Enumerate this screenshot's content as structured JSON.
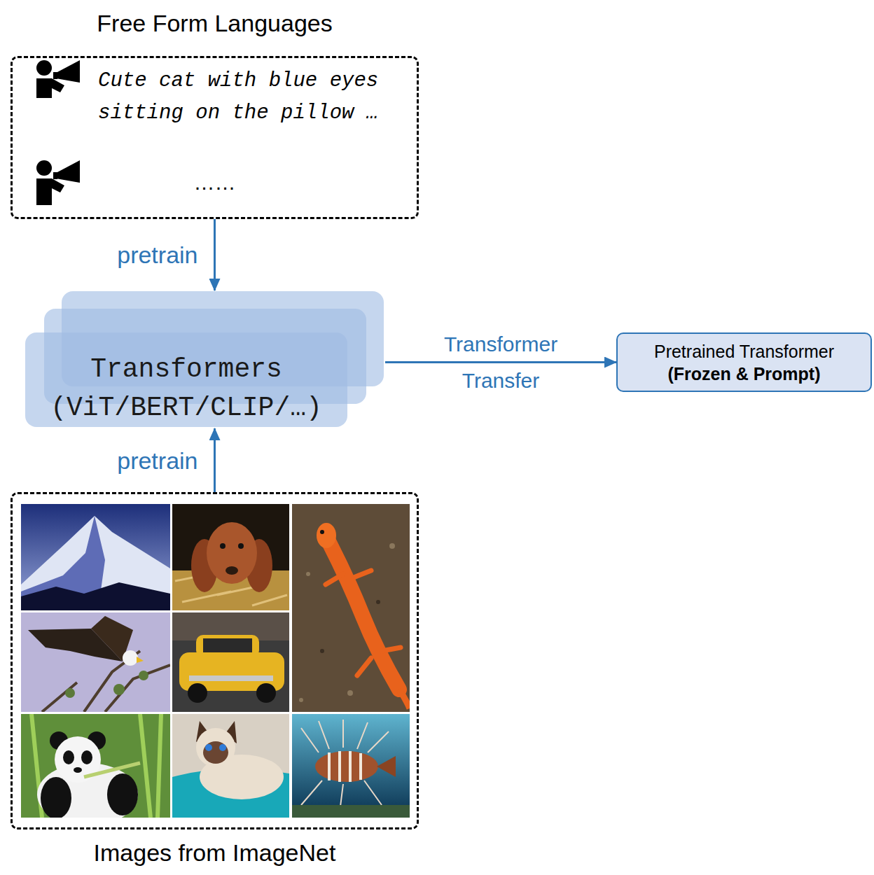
{
  "diagram": {
    "nodes": [
      {
        "text": [
          "Free Form Languages",
          "Cute cat with blue eyes sitting on the pillow …",
          "……"
        ]
      },
      {
        "text": [
          "Transformers",
          "(ViT/BERT/CLIP/…)"
        ]
      },
      {
        "text": [
          "Pretrained Transformer",
          "(Frozen & Prompt)"
        ]
      },
      {
        "text": [
          "Images from ImageNet"
        ]
      }
    ],
    "edges": [
      {
        "from": 0,
        "to": 1,
        "label": "pretrain",
        "arrow": "to"
      },
      {
        "from": 3,
        "to": 1,
        "label": "pretrain",
        "arrow": "to"
      },
      {
        "from": 1,
        "to": 2,
        "label": "Transformer Transfer",
        "arrow": "to"
      }
    ]
  }
}
